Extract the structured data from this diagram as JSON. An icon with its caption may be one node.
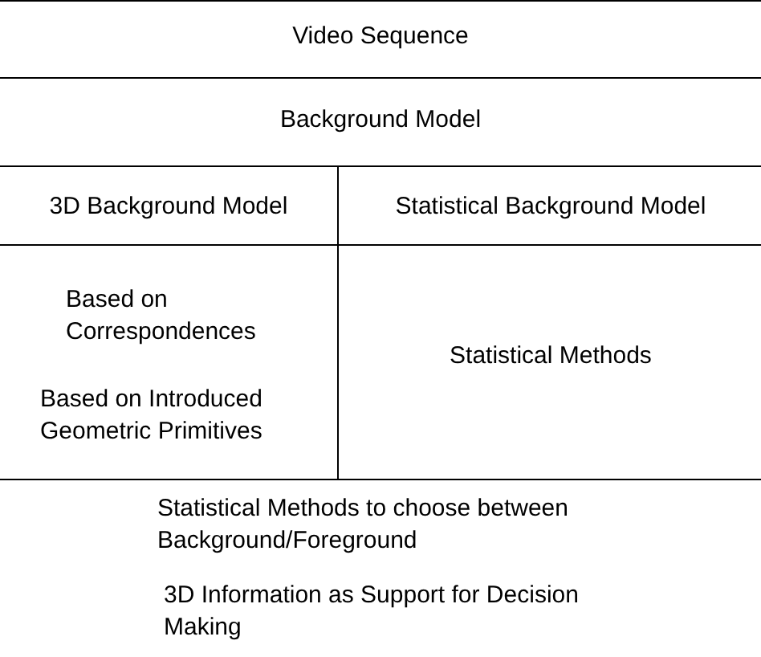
{
  "diagram": {
    "nodes": [
      {
        "text": [
          "Video Sequence"
        ]
      },
      {
        "text": [
          "Background Model"
        ]
      },
      {
        "text": [
          "3D Background Model"
        ]
      },
      {
        "text": [
          "Statistical Background Model"
        ]
      },
      {
        "text": [
          "Based on Correspondences",
          "Based on Introduced Geometric Primitives"
        ]
      },
      {
        "text": [
          "Statistical Methods"
        ]
      },
      {
        "text": [
          "Statistical Methods to choose between Background/Foreground",
          "3D Information as Support for Decision Making"
        ]
      }
    ]
  }
}
